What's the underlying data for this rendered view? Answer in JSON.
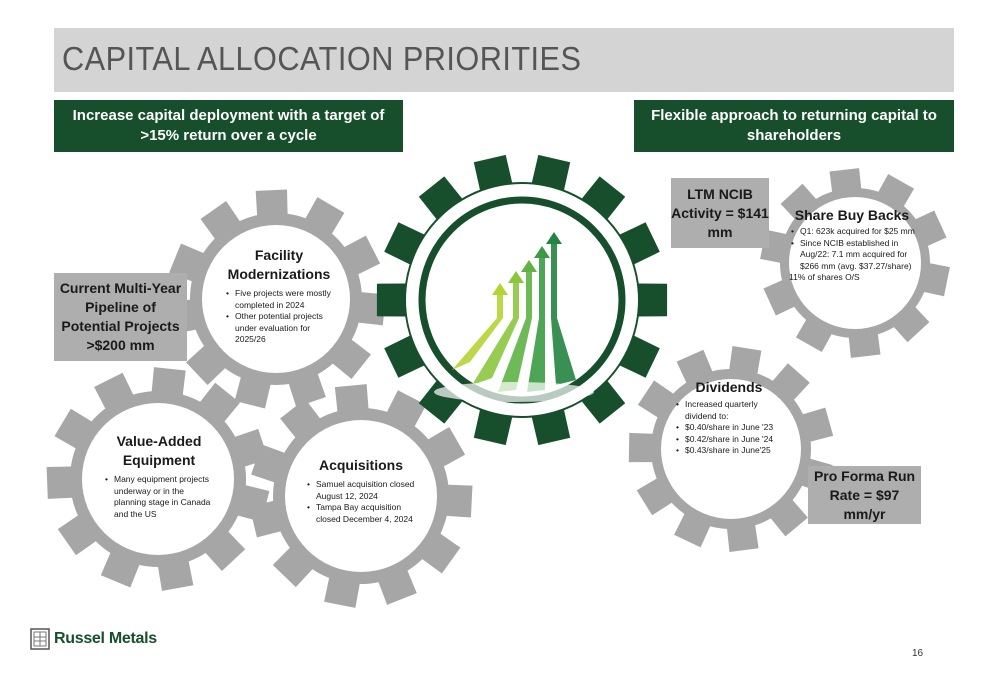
{
  "title": "CAPITAL ALLOCATION PRIORITIES",
  "banners": {
    "left": "Increase capital deployment with a target of >15% return over a cycle",
    "right": "Flexible approach to returning capital to shareholders"
  },
  "callouts": {
    "pipeline": "Current Multi-Year Pipeline of Potential Projects >$200 mm",
    "ncib": "LTM NCIB Activity = $141 mm",
    "proforma": "Pro Forma Run Rate = $97 mm/yr"
  },
  "gears": {
    "facility": {
      "title": "Facility Modernizations",
      "bullets": [
        "Five projects were mostly completed in 2024",
        "Other potential projects under evaluation for 2025/26"
      ]
    },
    "value_added": {
      "title": "Value-Added Equipment",
      "bullets": [
        "Many equipment projects underway or in the planning stage in Canada and the US"
      ]
    },
    "acquisitions": {
      "title": "Acquisitions",
      "bullets": [
        "Samuel acquisition closed August 12, 2024",
        "Tampa Bay acquisition closed December 4, 2024"
      ]
    },
    "share_buybacks": {
      "title": "Share Buy Backs",
      "bullets": [
        "Q1: 623k acquired for $25 mm",
        "Since NCIB established in Aug/22: 7.1 mm acquired for $266 mm (avg. $37.27/share)"
      ],
      "note": "11% of shares O/S"
    },
    "dividends": {
      "title": "Dividends",
      "bullets": [
        "Increased quarterly dividend to:",
        "$0.40/share in June '23",
        "$0.42/share in June '24",
        "$0.43/share in June'25"
      ]
    }
  },
  "colors": {
    "dark_green": "#174f2c",
    "grey_gear": "#a6a6a6",
    "title_bar": "#d4d4d4",
    "callout_grey": "#aeaeae"
  },
  "footer": {
    "logo_text": "Russel Metals",
    "logo_icon": "russel-metals-logo-icon",
    "page_number": "16"
  }
}
